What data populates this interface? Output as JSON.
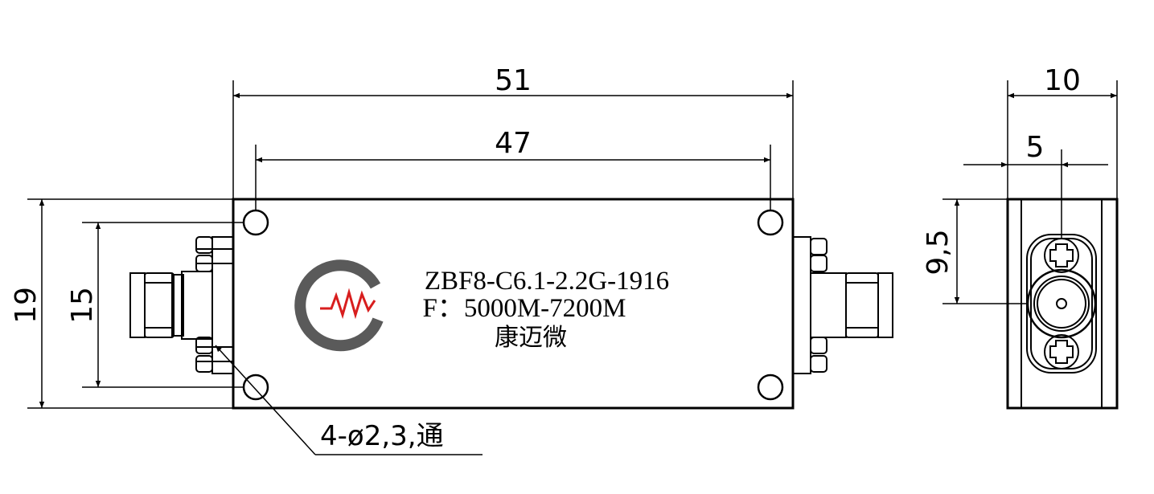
{
  "dimensions": {
    "overall_length": "51",
    "hole_spacing": "47",
    "overall_height": "19",
    "hole_vertical_spacing": "15",
    "side_width": "10",
    "connector_offset_x": "5",
    "connector_offset_y": "9,5"
  },
  "callout": {
    "holes": "4-ø2,3,通"
  },
  "label": {
    "model": "ZBF8-C6.1-2.2G-1916",
    "frequency": "F：5000M-7200M",
    "brand": "康迈微"
  },
  "colors": {
    "line": "#000000",
    "logo_arc": "#5a5a5a",
    "logo_wave": "#d81e1e"
  },
  "icons": {
    "logo": "company-logo-icon",
    "connector": "sma-connector-icon",
    "screw": "phillips-screw-icon"
  }
}
